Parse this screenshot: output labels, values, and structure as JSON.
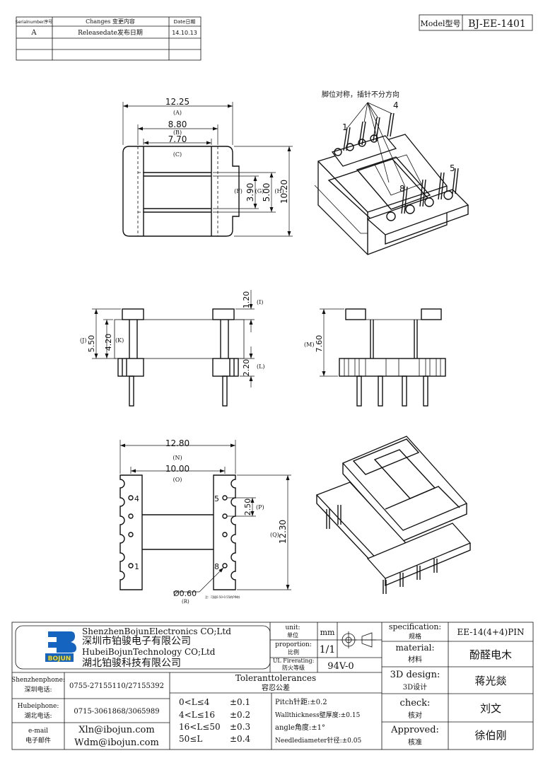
{
  "revision_table": {
    "headers": [
      "Serialnumber序号",
      "Changes 变更内容",
      "Date日期"
    ],
    "rows": [
      [
        "A",
        "Releasedate发布日期",
        "14.10.13"
      ],
      [
        "",
        "",
        ""
      ],
      [
        "",
        "",
        ""
      ]
    ]
  },
  "model": {
    "label": "Model型号",
    "value": "BJ-EE-1401"
  },
  "iso_note": "脚位对称，插针不分方向",
  "pin_numbers": {
    "p1": "1",
    "p4": "4",
    "p5": "5",
    "p8": "8"
  },
  "top_view": {
    "dim_A": "12.25",
    "tag_A": "(A)",
    "dim_B": "8.80",
    "tag_B": "(B)",
    "dim_C": "7.70",
    "tag_C": "(C)",
    "dim_F": "3.90",
    "tag_F": "(F)",
    "dim_G": "5.00",
    "tag_G": "(G)",
    "dim_H": "10.20",
    "tag_H": "(H)"
  },
  "side_view": {
    "dim_I": "1.20",
    "tag_I": "(I)",
    "dim_J": "5.50",
    "tag_J": "(J)",
    "dim_K": "4.20",
    "tag_K": "(K)",
    "dim_L": "2.20",
    "tag_L": "(L)",
    "dim_M": "7.60",
    "tag_M": "(M)"
  },
  "bottom_view": {
    "dim_N": "12.80",
    "tag_N": "(N)",
    "dim_O": "10.00",
    "tag_O": "(O)",
    "dim_P": "2.50",
    "tag_P": "(P)",
    "dim_Q": "12.30",
    "tag_Q": "(Q)",
    "dim_R": "Ø0.60",
    "tag_R": "(R)",
    "note": "注：可插0.50-0.55的PIN针"
  },
  "title_block": {
    "company_en_1": "ShenzhenBojunElectronics CO;Ltd",
    "company_cn_1": "深圳市铂骏电子有限公司",
    "company_en_2": "HubeiBojunTechnology CO;Ltd",
    "company_cn_2": "湖北铂骏科技有限公司",
    "logo_text": "BOJUN",
    "unit_label": "unit:",
    "unit_label_cn": "单位",
    "unit_value": "mm",
    "proportion_label": "proportion:",
    "proportion_label_cn": "比例",
    "proportion_value": "1/1",
    "ul_label": "UL Firerating:",
    "ul_label_cn": "防火等级",
    "ul_value": "94V-0",
    "spec_label": "specification:",
    "spec_label_cn": "规格",
    "spec_value": "EE-14(4+4)PIN",
    "material_label": "material:",
    "material_label_cn": "材料",
    "material_value": "酚醛电木",
    "design_label": "3D design:",
    "design_label_cn": "3D设计",
    "design_value": "蒋光燚",
    "check_label": "check:",
    "check_label_cn": "核对",
    "check_value": "刘文",
    "approved_label": "Approved:",
    "approved_label_cn": "核准",
    "approved_value": "徐伯刚",
    "sz_phone_label": "Shenzhenphone:",
    "sz_phone_label_cn": "深圳电话:",
    "sz_phone": "0755-27155110/27155392",
    "hb_phone_label": "Hubeiphone:",
    "hb_phone_label_cn": "湖北电话:",
    "hb_phone": "0715-3061868/3065989",
    "email_label": "e-mail",
    "email_label_cn": "电子邮件",
    "email_1": "Xln@ibojun.com",
    "email_2": "Wdm@ibojun.com",
    "tolerance_title": "Toleranttolerances",
    "tolerance_title_cn": "容忍公差",
    "tolerances": [
      {
        "range": "0<L≤4",
        "value": "±0.1"
      },
      {
        "range": "4<L≤16",
        "value": "±0.2"
      },
      {
        "range": "16<L≤50",
        "value": "±0.3"
      },
      {
        "range": "50≤L",
        "value": "±0.4"
      }
    ],
    "notes": [
      "Pitch针距:±0.2",
      "Wallthickness壁厚度:±0.15",
      "angle角度:±1°",
      "Needlediameter针径:±0.05"
    ]
  }
}
